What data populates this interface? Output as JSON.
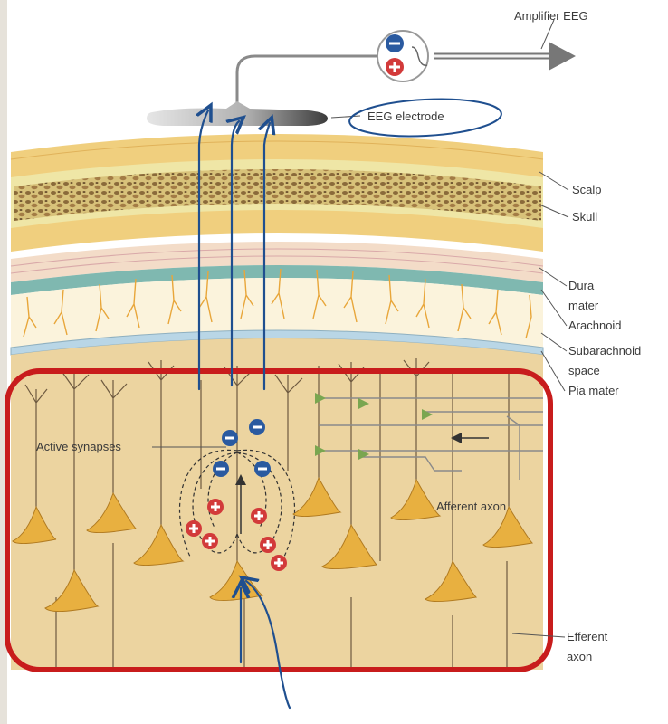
{
  "labels": {
    "amplifier": "Amplifier EEG",
    "electrode": "EEG electrode",
    "scalp": "Scalp",
    "skull": "Skull",
    "dura_line1": "Dura",
    "dura_line2": "mater",
    "arachnoid": "Arachnoid",
    "subarachnoid_line1": "Subarachnoid",
    "subarachnoid_line2": "space",
    "pia": "Pia mater",
    "active_synapses": "Active synapses",
    "afferent_axon": "Afferent axon",
    "efferent_line1": "Efferent",
    "efferent_line2": "axon"
  },
  "colors": {
    "scalp": "#f0cf7e",
    "skull_band": "#efe6a6",
    "skull_dots": "#8a6a3a",
    "dura": "#f3dcc8",
    "arachnoid_band": "#7fb8b0",
    "subarachnoid": "#fbf3dc",
    "vessels": "#e8a63a",
    "cortex": "#ecd4a0",
    "neuron": "#e8b040",
    "highlight_box": "#c81c1c",
    "annotation_ink": "#1f4f8f",
    "negative_charge": "#2a5aa0",
    "positive_charge": "#d23a3a"
  },
  "icons": {
    "negative": "minus-icon",
    "positive": "plus-icon"
  }
}
